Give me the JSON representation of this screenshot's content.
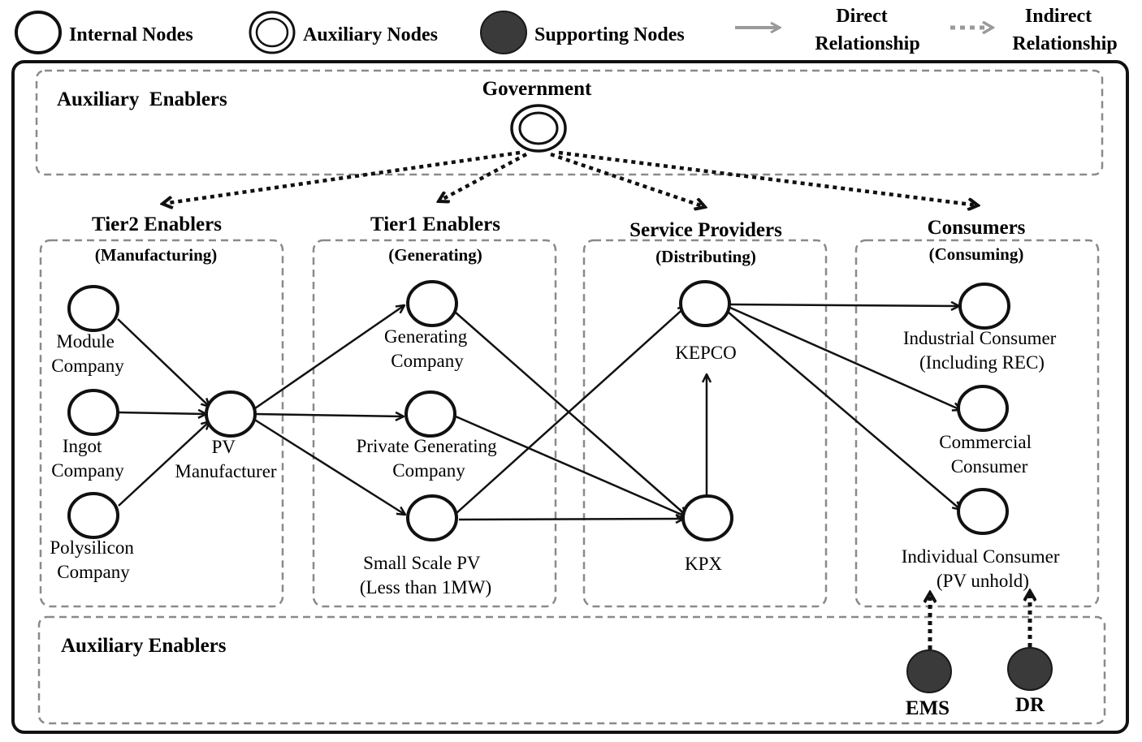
{
  "legend": {
    "internal": "Internal Nodes",
    "auxiliary": "Auxiliary Nodes",
    "supporting": "Supporting Nodes",
    "direct": [
      "Direct",
      "Relationship"
    ],
    "indirect": [
      "Indirect",
      "Relationship"
    ]
  },
  "regions": {
    "top_aux": "Auxiliary  Enablers",
    "bottom_aux": "Auxiliary Enablers"
  },
  "government": "Government",
  "groups": {
    "tier2": {
      "title": "Tier2 Enablers",
      "subtitle": "(Manufacturing)"
    },
    "tier1": {
      "title": "Tier1 Enablers",
      "subtitle": "(Generating)"
    },
    "service": {
      "title": "Service Providers",
      "subtitle": "(Distributing)"
    },
    "consumers": {
      "title": "Consumers",
      "subtitle": "(Consuming)"
    }
  },
  "nodes": {
    "module": [
      "Module",
      "Company"
    ],
    "ingot": [
      "Ingot",
      "Company"
    ],
    "polysilicon": [
      "Polysilicon",
      "Company"
    ],
    "pv_manufacturer": [
      "PV",
      "Manufacturer"
    ],
    "generating": [
      "Generating",
      "Company"
    ],
    "private_generating": [
      "Private Generating",
      "Company"
    ],
    "small_scale": [
      "Small Scale PV",
      "(Less than 1MW)"
    ],
    "kepco": "KEPCO",
    "kpx": "KPX",
    "industrial": [
      "Industrial Consumer",
      "(Including REC)"
    ],
    "commercial": [
      "Commercial",
      "Consumer"
    ],
    "individual": [
      "Individual Consumer",
      "(PV unhold)"
    ],
    "ems": "EMS",
    "dr": "DR"
  },
  "colors": {
    "ink": "#111111",
    "dashed_border": "#8a8a8a",
    "supporting_fill": "#3a3a3a",
    "legend_arrow": "#9a9a9a"
  }
}
